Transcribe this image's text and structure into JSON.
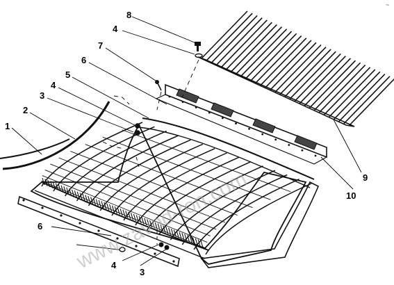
{
  "callouts": {
    "c1": "1",
    "c2": "2",
    "c3a": "3",
    "c3b": "3",
    "c4a": "4",
    "c4b": "4",
    "c4c": "4",
    "c5": "5",
    "c6a": "6",
    "c6b": "6",
    "c7": "7",
    "c8": "8",
    "c9": "9",
    "c10": "10"
  },
  "watermark": "www.zavod-ron.com",
  "corner_mark": "~"
}
